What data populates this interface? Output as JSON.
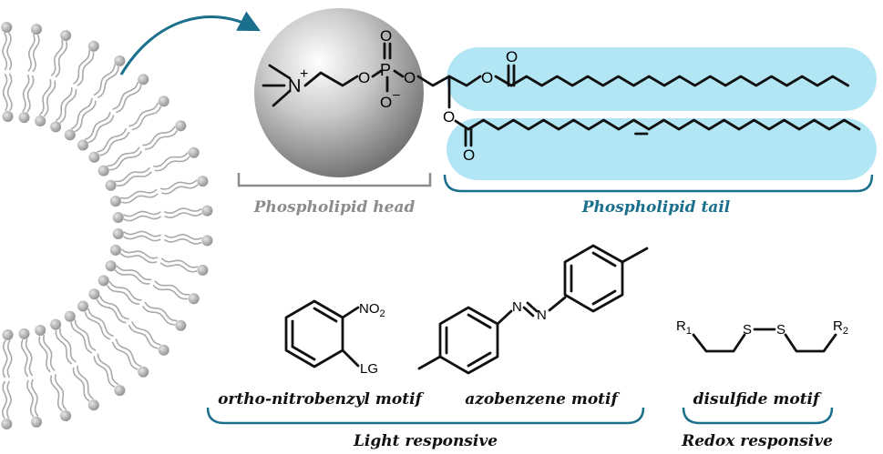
{
  "labels": {
    "head": "Phospholipid head",
    "tail": "Phospholipid tail",
    "ortho": "ortho-nitrobenzyl motif",
    "azo": "azobenzene motif",
    "disulfide": "disulfide motif",
    "light": "Light responsive",
    "redox": "Redox responsive"
  },
  "atoms": {
    "n": "N",
    "plus": "+",
    "o": "O",
    "p": "P",
    "minus": "–",
    "no2": "NO",
    "no2_sub": "2",
    "lg": "LG",
    "s": "S",
    "r": "R",
    "r1_sub": "1",
    "r2_sub": "2"
  },
  "colors": {
    "head_label": "#8c8c8c",
    "accent": "#1a6f8c",
    "tail_fill": "#b3e6f5",
    "lipid_gray": "#a9a9a9",
    "text": "#111111"
  }
}
